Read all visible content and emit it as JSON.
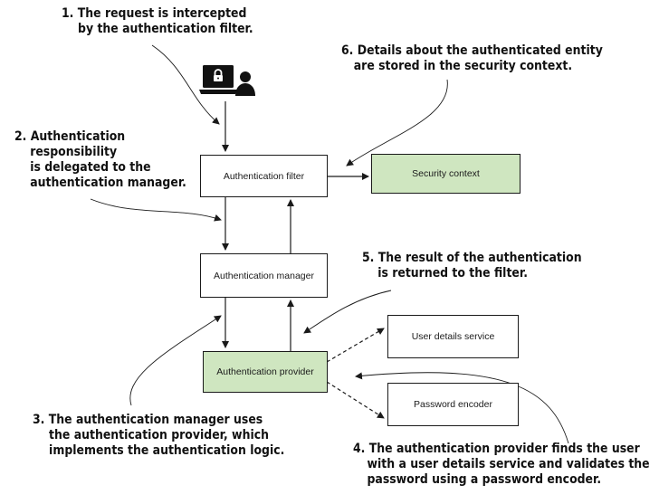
{
  "boxes": {
    "authentication_filter": "Authentication filter",
    "security_context": "Security context",
    "authentication_manager": "Authentication manager",
    "authentication_provider": "Authentication provider",
    "user_details_service": "User details service",
    "password_encoder": "Password encoder"
  },
  "annotations": {
    "step1": [
      "1. The request is intercepted",
      "by the authentication filter."
    ],
    "step2": [
      "2. Authentication",
      "responsibility",
      "is delegated to the",
      "authentication manager."
    ],
    "step3": [
      "3. The authentication manager uses",
      "the authentication provider, which",
      "implements the authentication logic."
    ],
    "step4": [
      "4. The authentication provider finds the user",
      "with a user details service and validates the",
      "password using a password encoder."
    ],
    "step5": [
      "5. The result of the authentication",
      "is returned to the filter."
    ],
    "step6": [
      "6. Details about the authenticated entity",
      "are stored in the security context."
    ]
  },
  "icons": {
    "client": "laptop-lock-user-icon"
  },
  "colors": {
    "highlight_fill": "#cfe6c0",
    "stroke": "#1a1a1a"
  }
}
